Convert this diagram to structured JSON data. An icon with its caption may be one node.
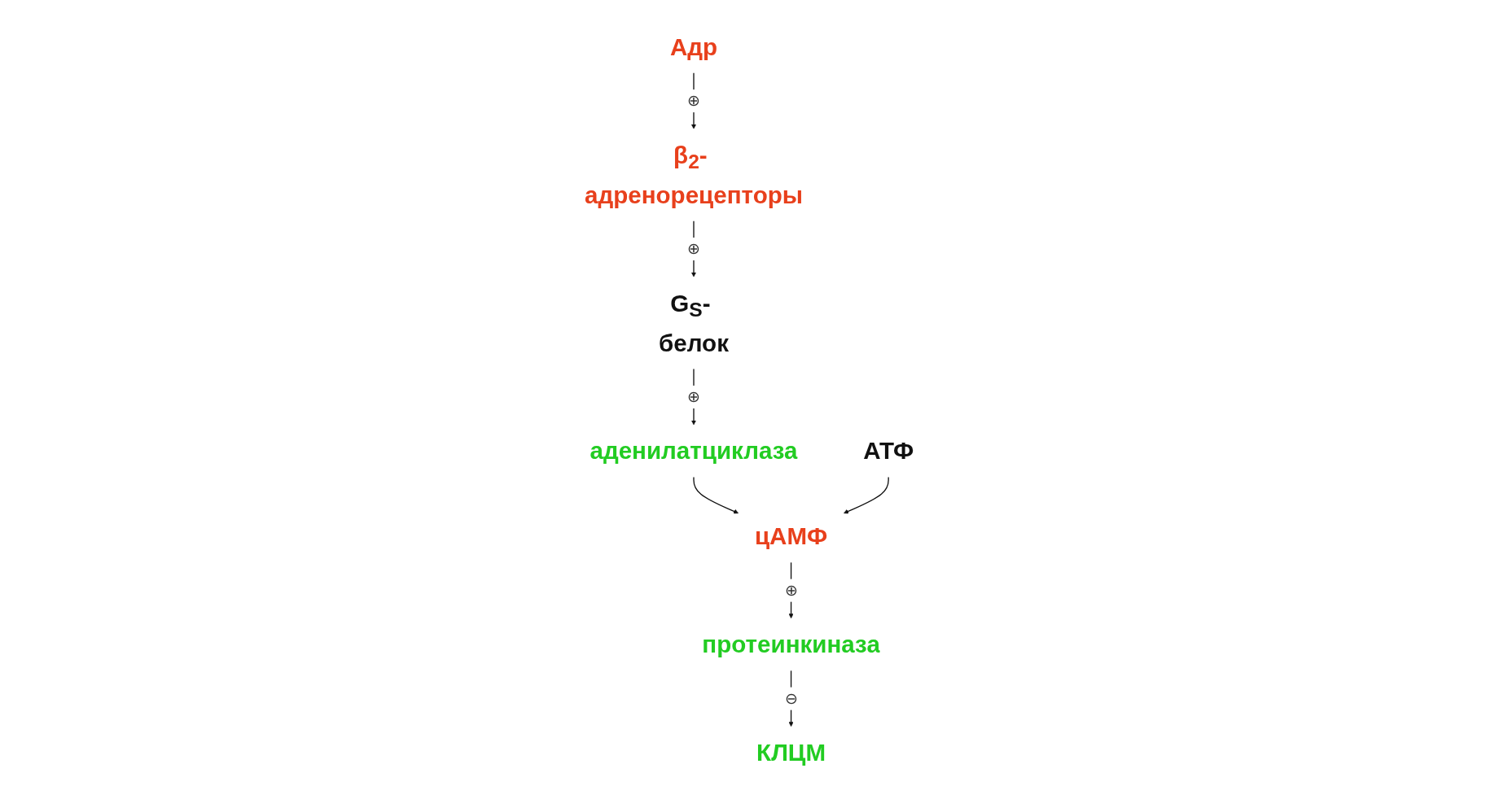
{
  "diagram": {
    "nodes": [
      {
        "text": [
          "Адр"
        ]
      },
      {
        "text": [
          "β$_{2}$- адренорецепторы"
        ]
      },
      {
        "text": [
          "G$_{S}$- белок"
        ]
      },
      {
        "text": [
          "аденилатциклаза"
        ]
      },
      {
        "text": [
          "АТФ"
        ]
      },
      {
        "text": [
          "цАМФ"
        ]
      },
      {
        "text": [
          "протеинкиназа"
        ]
      },
      {
        "text": [
          "КЛЦМ"
        ]
      }
    ],
    "edges": [
      {
        "from": 0,
        "to": 1,
        "arrow": "to",
        "label": "⊕"
      },
      {
        "from": 1,
        "to": 2,
        "arrow": "to",
        "label": "⊕"
      },
      {
        "from": 2,
        "to": 3,
        "arrow": "to",
        "label": "⊕"
      },
      {
        "from": 3,
        "to": 5,
        "arrow": "to"
      },
      {
        "from": 4,
        "to": 5,
        "arrow": "to"
      },
      {
        "from": 5,
        "to": 6,
        "arrow": "to",
        "label": "⊕"
      },
      {
        "from": 6,
        "to": 7,
        "arrow": "to",
        "label": "⊖"
      }
    ]
  }
}
